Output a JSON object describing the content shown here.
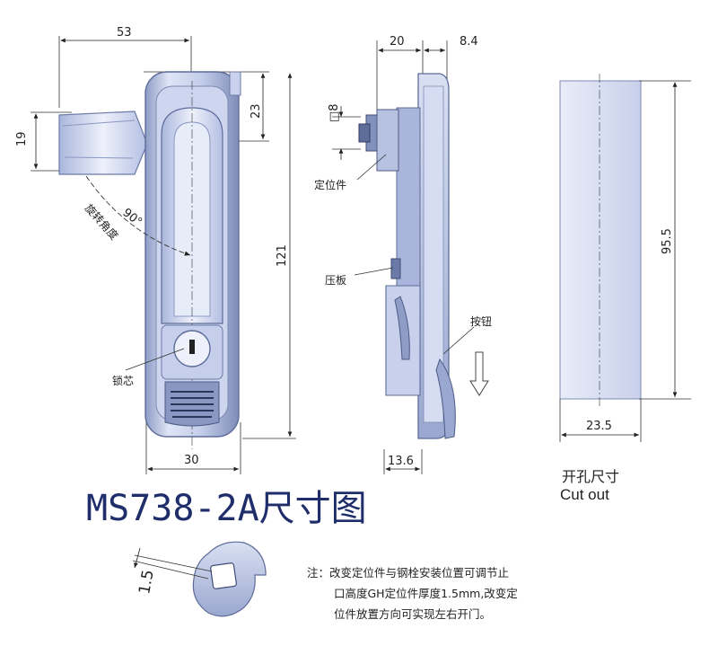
{
  "title": "MS738-2A尺寸图",
  "front_view": {
    "dims": {
      "width_top": "53",
      "handle_height": "19",
      "top_offset": "23",
      "overall_height": "121",
      "body_width": "30"
    },
    "labels": {
      "rotation_angle": "90°",
      "rotation_text": "旋转角度",
      "lock_core": "锁芯"
    }
  },
  "side_view": {
    "dims": {
      "depth": "20",
      "offset": "8.4",
      "square": "□8",
      "bottom": "13.6"
    },
    "labels": {
      "positioner": "定位件",
      "press_plate": "压板",
      "button": "按钮"
    }
  },
  "cutout": {
    "dims": {
      "height": "95.5",
      "width": "23.5"
    },
    "label_cn": "开孔尺寸",
    "label_en": "Cut out"
  },
  "washer": {
    "thickness": "1.5"
  },
  "note": {
    "line1": "注：改变定位件与钢栓安装位置可调节止",
    "line2": "口高度GH定位件厚度1.5mm,改变定",
    "line3": "位件放置方向可实现左右开门。"
  },
  "colors": {
    "metal_light": "#e6ebf8",
    "metal_mid": "#b7c2e2",
    "metal_dark": "#6b7aa6",
    "title_blue": "#1f2d6b"
  }
}
